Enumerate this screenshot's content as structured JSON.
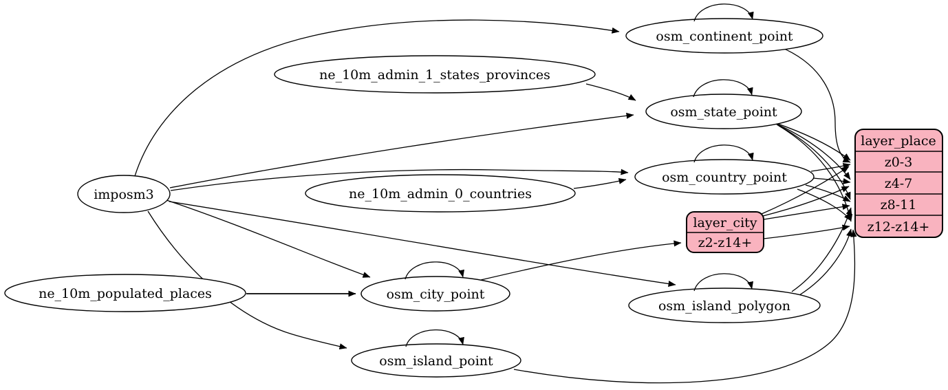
{
  "diagram": {
    "colors": {
      "background": "#ffffff",
      "node_fill": "#ffffff",
      "record_fill": "#f9b3bf",
      "stroke": "#000000"
    },
    "nodes": {
      "imposm3": {
        "label": "imposm3"
      },
      "ne_10m_admin_1_states_provinces": {
        "label": "ne_10m_admin_1_states_provinces"
      },
      "ne_10m_admin_0_countries": {
        "label": "ne_10m_admin_0_countries"
      },
      "ne_10m_populated_places": {
        "label": "ne_10m_populated_places"
      },
      "osm_continent_point": {
        "label": "osm_continent_point"
      },
      "osm_state_point": {
        "label": "osm_state_point"
      },
      "osm_country_point": {
        "label": "osm_country_point"
      },
      "osm_city_point": {
        "label": "osm_city_point"
      },
      "osm_island_polygon": {
        "label": "osm_island_polygon"
      },
      "osm_island_point": {
        "label": "osm_island_point"
      },
      "layer_city": {
        "title": "layer_city",
        "rows": [
          "z2-z14+"
        ]
      },
      "layer_place": {
        "title": "layer_place",
        "rows": [
          "z0-3",
          "z4-7",
          "z8-11",
          "z12-z14+"
        ]
      }
    },
    "edges": [
      {
        "from": "imposm3",
        "to": "osm_continent_point"
      },
      {
        "from": "imposm3",
        "to": "osm_state_point"
      },
      {
        "from": "imposm3",
        "to": "osm_country_point"
      },
      {
        "from": "imposm3",
        "to": "osm_city_point"
      },
      {
        "from": "imposm3",
        "to": "osm_island_polygon"
      },
      {
        "from": "imposm3",
        "to": "osm_island_point"
      },
      {
        "from": "ne_10m_admin_1_states_provinces",
        "to": "osm_state_point"
      },
      {
        "from": "ne_10m_admin_0_countries",
        "to": "osm_country_point"
      },
      {
        "from": "ne_10m_populated_places",
        "to": "osm_city_point"
      },
      {
        "from": "osm_continent_point",
        "to": "osm_continent_point",
        "self": true
      },
      {
        "from": "osm_state_point",
        "to": "osm_state_point",
        "self": true
      },
      {
        "from": "osm_country_point",
        "to": "osm_country_point",
        "self": true
      },
      {
        "from": "osm_city_point",
        "to": "osm_city_point",
        "self": true
      },
      {
        "from": "osm_island_polygon",
        "to": "osm_island_polygon",
        "self": true
      },
      {
        "from": "osm_island_point",
        "to": "osm_island_point",
        "self": true
      },
      {
        "from": "osm_city_point",
        "to": "layer_city",
        "port": "z2-z14+"
      },
      {
        "from": "osm_continent_point",
        "to": "layer_place",
        "port": "z0-3"
      },
      {
        "from": "osm_state_point",
        "to": "layer_place",
        "port": "z0-3"
      },
      {
        "from": "osm_state_point",
        "to": "layer_place",
        "port": "z4-7"
      },
      {
        "from": "osm_state_point",
        "to": "layer_place",
        "port": "z8-11"
      },
      {
        "from": "osm_state_point",
        "to": "layer_place",
        "port": "z12-z14+"
      },
      {
        "from": "osm_country_point",
        "to": "layer_place",
        "port": "z0-3"
      },
      {
        "from": "osm_country_point",
        "to": "layer_place",
        "port": "z4-7"
      },
      {
        "from": "osm_country_point",
        "to": "layer_place",
        "port": "z8-11"
      },
      {
        "from": "osm_country_point",
        "to": "layer_place",
        "port": "z12-z14+"
      },
      {
        "from": "layer_city",
        "to": "layer_place",
        "port": "z0-3"
      },
      {
        "from": "layer_city",
        "to": "layer_place",
        "port": "z4-7"
      },
      {
        "from": "layer_city",
        "to": "layer_place",
        "port": "z8-11"
      },
      {
        "from": "layer_city",
        "to": "layer_place",
        "port": "z12-z14+"
      },
      {
        "from": "osm_island_polygon",
        "to": "layer_place",
        "port": "z8-11"
      },
      {
        "from": "osm_island_polygon",
        "to": "layer_place",
        "port": "z12-z14+"
      },
      {
        "from": "osm_island_point",
        "to": "layer_place",
        "port": "z12-z14+"
      }
    ]
  }
}
